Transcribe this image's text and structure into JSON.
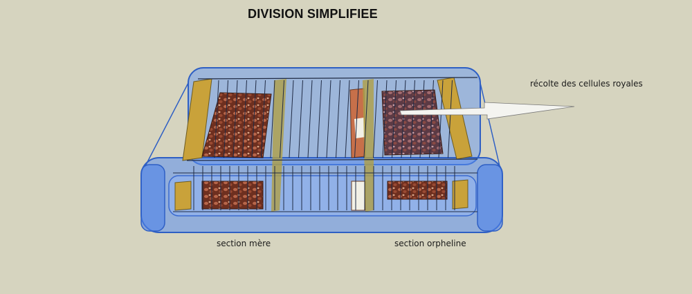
{
  "title": "DIVISION SIMPLIFIEE",
  "labels": {
    "recolte": "récolte des cellules royales",
    "section_mere": "section mère",
    "section_orpheline": "section orpheline"
  },
  "colors": {
    "background": "#d6d4bf",
    "hive_blue": "#4f8bf2",
    "hive_edge": "#2e5fc4",
    "divider_wood": "#c9a23a",
    "comb": "#7a3a26",
    "arrow": "#f4f4f0"
  }
}
